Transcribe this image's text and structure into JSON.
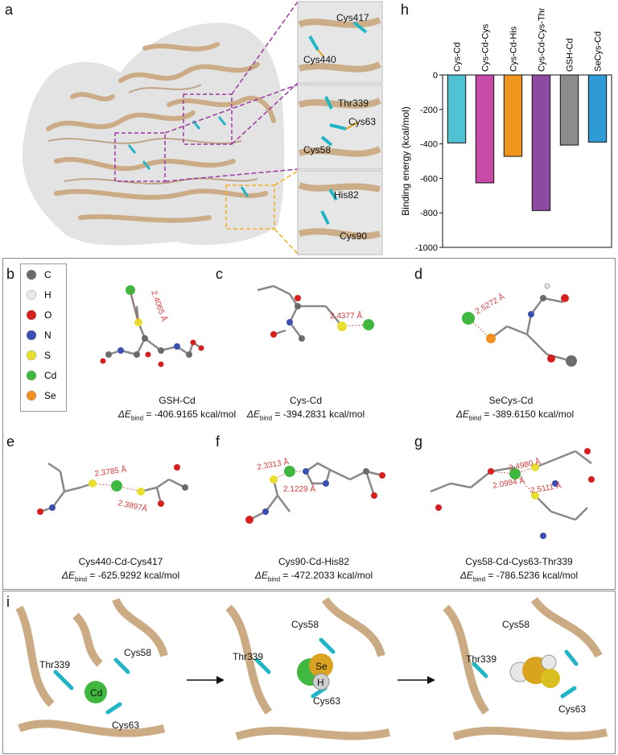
{
  "panels": {
    "a": "a",
    "h": "h",
    "b": "b",
    "c": "c",
    "d": "d",
    "e": "e",
    "f": "f",
    "g": "g",
    "i": "i"
  },
  "panel_a": {
    "zoom_top": [
      "Cys417",
      "Cys440"
    ],
    "zoom_mid": [
      "Thr339",
      "Cys63",
      "Cys58"
    ],
    "zoom_bot": [
      "His82",
      "Cys90"
    ]
  },
  "legend": [
    {
      "symbol": "C",
      "color": "#6b6b6b"
    },
    {
      "symbol": "H",
      "color": "#e8e8e8"
    },
    {
      "symbol": "O",
      "color": "#d62020"
    },
    {
      "symbol": "N",
      "color": "#3a4fb0"
    },
    {
      "symbol": "S",
      "color": "#e8e030"
    },
    {
      "symbol": "Cd",
      "color": "#40b840"
    },
    {
      "symbol": "Se",
      "color": "#f09020"
    }
  ],
  "complexes": {
    "b": {
      "name": "GSH-Cd",
      "dE": "-406.9165 kcal/mol",
      "dists": [
        "2.4065 Å"
      ]
    },
    "c": {
      "name": "Cys-Cd",
      "dE": "-394.2831 kcal/mol",
      "dists": [
        "2.4377 Å"
      ]
    },
    "d": {
      "name": "SeCys-Cd",
      "dE": "-389.6150 kcal/mol",
      "dists": [
        "2.5272 Å"
      ]
    },
    "e": {
      "name": "Cys440-Cd-Cys417",
      "dE": "-625.9292 kcal/mol",
      "dists": [
        "2.3785 Å",
        "2.3897Å"
      ]
    },
    "f": {
      "name": "Cys90-Cd-His82",
      "dE": "-472.2033 kcal/mol",
      "dists": [
        "2.3313 Å",
        "2.1229 Å"
      ]
    },
    "g": {
      "name": "Cys58-Cd-Cys63-Thr339",
      "dE": "-786.5236 kcal/mol",
      "dists": [
        "2.4980 Å",
        "2.0994 Å",
        "2.5111 Å"
      ]
    }
  },
  "delta_prefix": "ΔE",
  "delta_sub": "bind",
  "delta_eq": " = ",
  "panel_i": {
    "frame1": {
      "labels": [
        "Thr339",
        "Cys58",
        "Cys63"
      ],
      "sphere": "Cd"
    },
    "frame2": {
      "labels": [
        "Cys58",
        "Thr339",
        "Cys63"
      ],
      "spheres": [
        "Se",
        "H"
      ]
    },
    "frame3": {
      "labels": [
        "Thr339",
        "Cys58",
        "Cys63"
      ]
    }
  },
  "chart_data": {
    "type": "bar",
    "categories": [
      "Cys-Cd",
      "Cys-Cd-Cys",
      "Cys-Cd-His",
      "Cys-Cd-Cys-Thr",
      "GSH-Cd",
      "SeCys-Cd"
    ],
    "values": [
      -394.2831,
      -625.9292,
      -472.2033,
      -786.5236,
      -406.9165,
      -389.615
    ],
    "colors": [
      "#4fc3d3",
      "#c64aa6",
      "#f0961e",
      "#8e4aa0",
      "#8c8c8c",
      "#2e9bd6"
    ],
    "ylabel": "Binding energy (kcal/mol)",
    "ylim": [
      -1000,
      0
    ],
    "yticks": [
      0,
      -200,
      -400,
      -600,
      -800,
      -1000
    ]
  }
}
